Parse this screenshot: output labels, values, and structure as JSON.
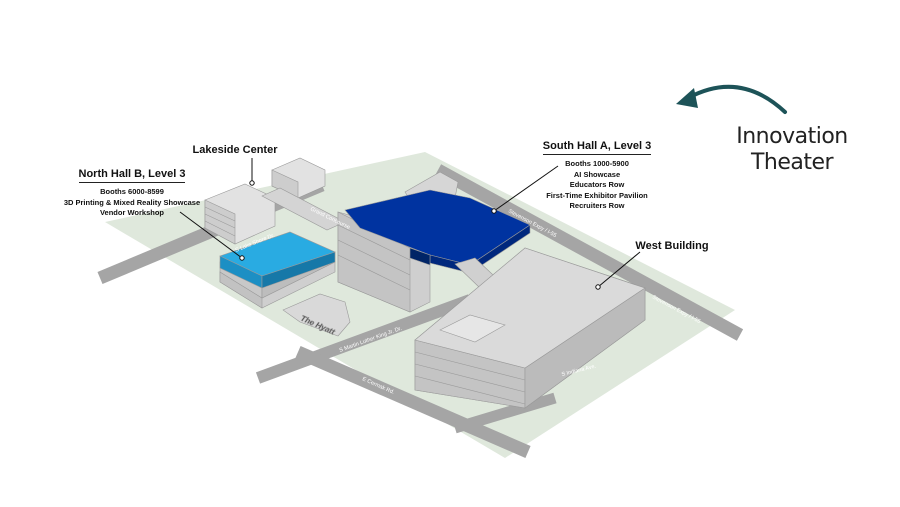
{
  "title": {
    "line1": "Innovation",
    "line2": "Theater"
  },
  "labels": {
    "lakeside": {
      "name": "Lakeside Center"
    },
    "north_hall": {
      "name": "North Hall B, Level 3",
      "lines": [
        "Booths 6000-8599",
        "3D Printing & Mixed Reality Showcase",
        "Vendor Workshop"
      ]
    },
    "south_hall": {
      "name": "South Hall A, Level 3",
      "lines": [
        "Booths 1000-5900",
        "AI Showcase",
        "Educators Row",
        "First-Time Exhibitor Pavilion",
        "Recruiters Row"
      ]
    },
    "west_building": {
      "name": "West Building"
    }
  },
  "streets": {
    "lake_shore": "S Lake Shore Dr.",
    "grand_concourse": "Grand Concourse",
    "stevenson_1": "Stevenson Expy / I-55",
    "stevenson_2": "Stevenson Expy / I-55",
    "mlk": "S Martin Luther King Jr. Dr.",
    "cermak": "E Cermak Rd.",
    "indiana": "S Indiana Ave."
  },
  "hotel": {
    "name": "The Hyatt"
  },
  "colors": {
    "north_hall_highlight": "#29abe2",
    "south_hall_highlight": "#0033a0",
    "arrow": "#1d5358",
    "ground": "#dfe8dc",
    "road": "#a5a5a5",
    "building": "#d9d9d9"
  },
  "icons": {
    "direction_arrow": "curved-arrow-left-icon"
  }
}
